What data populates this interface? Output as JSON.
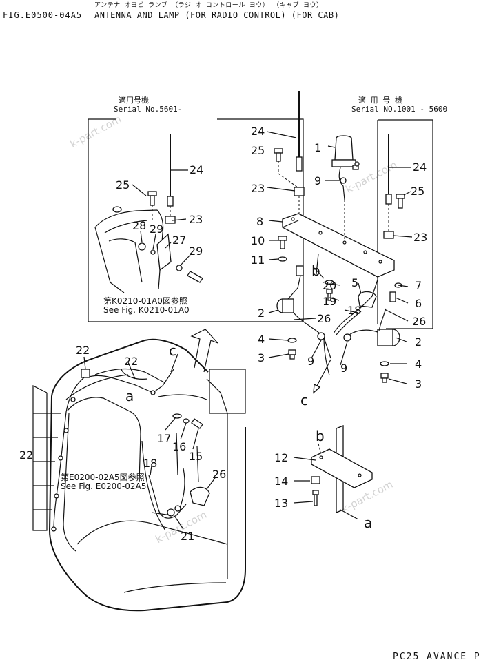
{
  "header": {
    "kana_title": "アンテナ オヨビ ランプ （ラジ オ コントロール ヨウ） （キャブ ヨウ）",
    "fig_id": "FIG.E0500-04A5",
    "title": "ANTENNA AND LAMP (FOR RADIO CONTROL) (FOR CAB)"
  },
  "insets": {
    "left": {
      "jp_label": "適用号機",
      "serial": "Serial No.5601-"
    },
    "right": {
      "jp_label": "適 用 号 機",
      "serial": "Serial NO.1001 - 5600"
    }
  },
  "references": {
    "ref1_jp": "第K0210-01A0図参照",
    "ref1_en": "See Fig. K0210-01A0",
    "ref2_jp": "第E0200-02A5図参照",
    "ref2_en": "See Fig. E0200-02A5"
  },
  "callouts": {
    "p1": "1",
    "p2": "2",
    "p3": "3",
    "p4": "4",
    "p5": "5",
    "p6": "6",
    "p7": "7",
    "p8": "8",
    "p9": "9",
    "p10": "10",
    "p11": "11",
    "p12": "12",
    "p13": "13",
    "p14": "14",
    "p15": "15",
    "p16": "16",
    "p17": "17",
    "p18": "18",
    "p19": "19",
    "p20": "20",
    "p21": "21",
    "p22": "22",
    "p23": "23",
    "p24": "24",
    "p25": "25",
    "p26": "26",
    "p27": "27",
    "p28": "28",
    "p29": "29",
    "a": "a",
    "b": "b",
    "c": "c"
  },
  "watermark": "k-part.com",
  "footer": "PC25 AVANCE P"
}
